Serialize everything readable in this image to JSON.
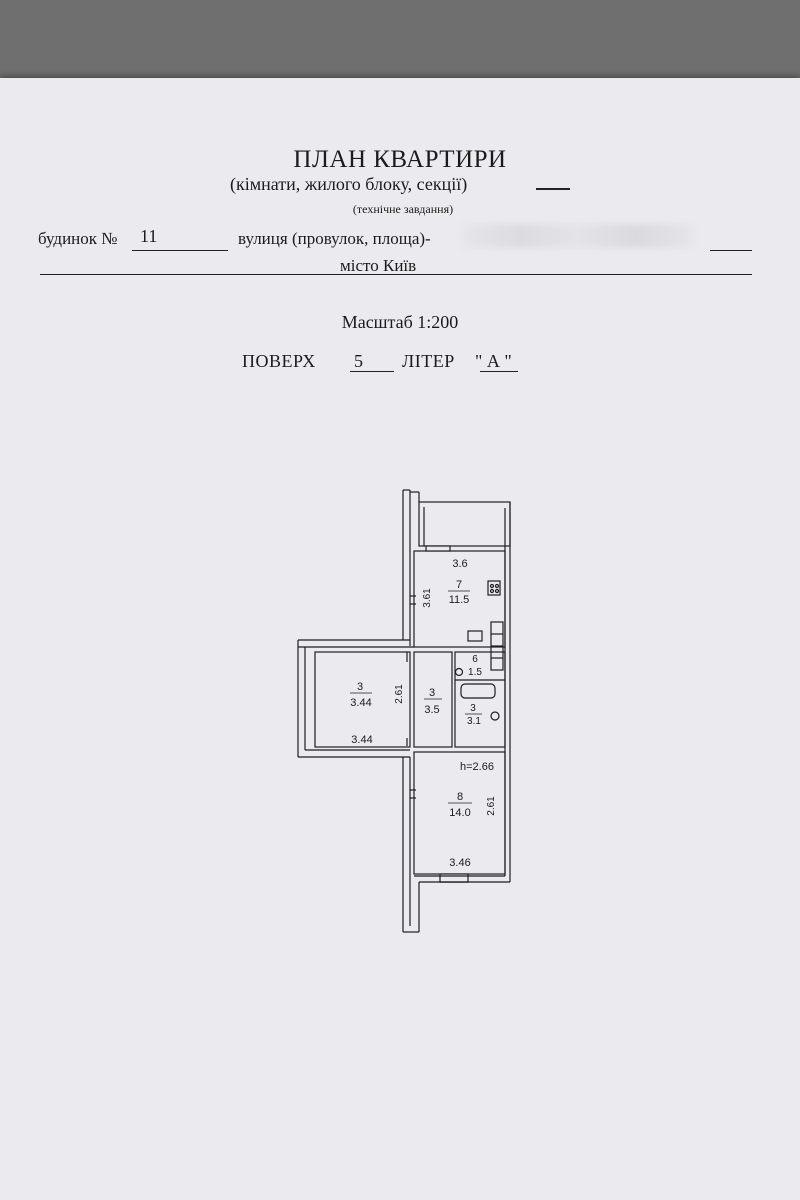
{
  "document": {
    "title": "ПЛАН КВАРТИРИ",
    "subtitle": "(кімнати, жилого блоку, секції)",
    "note": "(технічне завдання)",
    "house_label": "будинок №",
    "house_number": "11",
    "street_label": "вулиця (провулок, площа)-",
    "city": "місто Київ",
    "scale": "Масштаб 1:200",
    "floor_label": "ПОВЕРХ",
    "floor_number": "5",
    "liter_label": "ЛІТЕР",
    "liter_value": "\" А \""
  },
  "plan": {
    "kitchen_width": "3.6",
    "kitchen_number": "7",
    "kitchen_area": "11.5",
    "kitchen_length": "3.61",
    "wc_number": "6",
    "wc_area": "1.5",
    "room_left_number": "3",
    "room_left_area": "3.44",
    "room_left_bottom": "3.44",
    "hall_height_dim": "2.61",
    "hall_number": "3",
    "hall_area": "3.5",
    "bath_number": "3",
    "bath_area": "3.1",
    "ceiling_height": "h=2.66",
    "room_number": "8",
    "room_area": "14.0",
    "room_length": "2.61",
    "room_width": "3.46"
  }
}
